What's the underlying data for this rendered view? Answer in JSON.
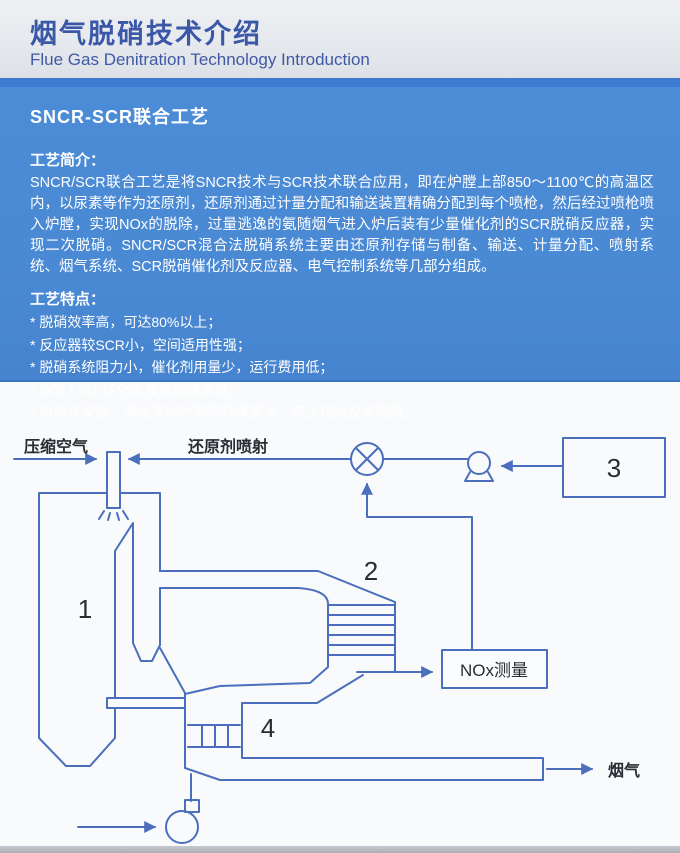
{
  "header": {
    "title_zh": "烟气脱硝技术介绍",
    "title_en": "Flue Gas Denitration Technology Introduction"
  },
  "panel": {
    "title": "SNCR-SCR联合工艺",
    "intro_label": "工艺简介：",
    "intro_text": "SNCR/SCR联合工艺是将SNCR技术与SCR技术联合应用，即在炉膛上部850～1100℃的高温区内，以尿素等作为还原剂，还原剂通过计量分配和输送装置精确分配到每个喷枪，然后经过喷枪喷入炉膛，实现NOx的脱除，过量逃逸的氨随烟气进入炉后装有少量催化剂的SCR脱硝反应器，实现二次脱硝。SNCR/SCR混合法脱硝系统主要由还原剂存储与制备、输送、计量分配、喷射系统、烟气系统、SCR脱硝催化剂及反应器、电气控制系统等几部分组成。",
    "features_label": "工艺特点：",
    "features": [
      "* 脱硝效率高，可达80%以上；",
      "* 反应器较SCR小，空间适用性强；",
      "* 脱硝系统阻力小，催化剂用量少，运行费用低；",
      "* SO₂ / SO₃转化率及氨逃逸率低；",
      "* 可分步安装，满足不同时期的环保要求，减少初始投资费用。"
    ]
  },
  "diagram": {
    "labels": {
      "compressed_air": "压缩空气",
      "reductant_injection": "还原剂喷射",
      "nox_measure": "NOx测量",
      "flue_gas": "烟气",
      "furnace_no": "1",
      "scr_pass_no": "2",
      "tank_no": "3",
      "air_heater_no": "4"
    },
    "colors": {
      "line": "#4b6fbc",
      "panel_blue": "#4a89d4",
      "accent_band": "#3d7bd0",
      "title_blue": "#3a57a8"
    }
  }
}
